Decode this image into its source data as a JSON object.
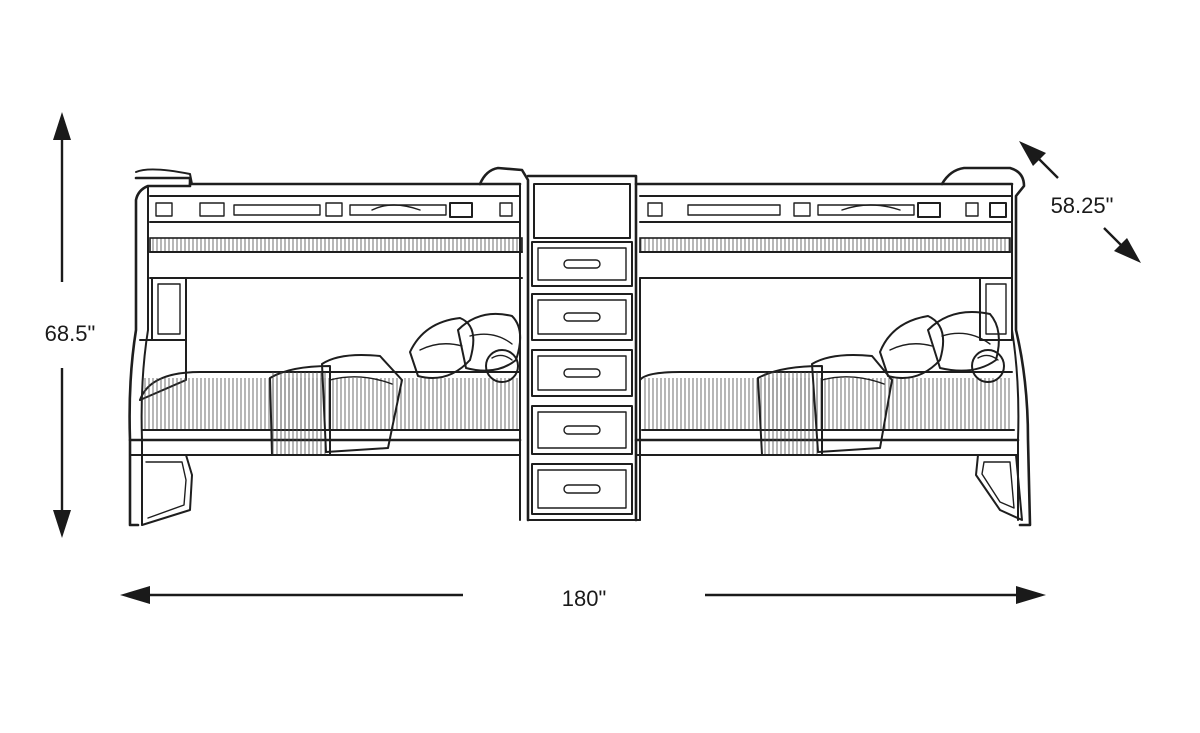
{
  "dimensions": {
    "height": "68.5\"",
    "width": "180\"",
    "depth": "58.25\""
  },
  "colors": {
    "line": "#1e1e1e",
    "background": "#ffffff"
  }
}
